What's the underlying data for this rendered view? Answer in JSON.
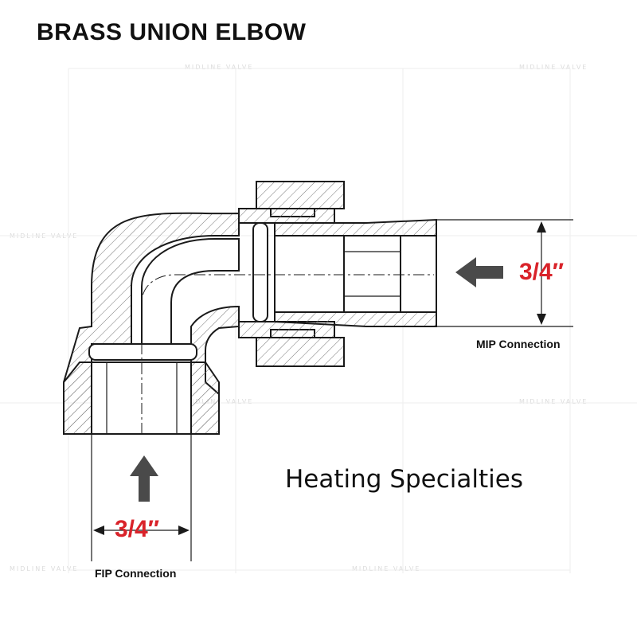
{
  "title": "BRASS UNION ELBOW",
  "brand": "Heating Specialties",
  "mip": {
    "size": "3/4″",
    "label": "MIP Connection",
    "arrow_direction": "left"
  },
  "fip": {
    "size": "3/4″",
    "label": "FIP Connection",
    "arrow_direction": "up"
  },
  "watermark": "MIDLINE VALVE",
  "colors": {
    "accent": "#d9232a",
    "arrow": "#4a4a4a",
    "line": "#1a1a1a",
    "hatch": "#555555"
  }
}
